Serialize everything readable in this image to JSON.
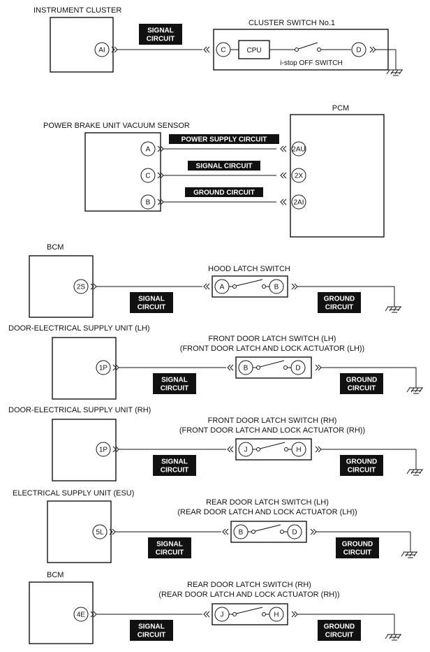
{
  "cluster": {
    "component_label": "INSTRUMENT CLUSTER",
    "pin": "AI",
    "signal_circuit": [
      "SIGNAL",
      "CIRCUIT"
    ],
    "switch_box_label": "CLUSTER SWITCH No.1",
    "pin_c": "C",
    "cpu_label": "CPU",
    "pin_d": "D",
    "switch_name": "i-stop OFF SWITCH"
  },
  "pbu": {
    "sensor_label": "POWER BRAKE UNIT VACUUM SENSOR",
    "pcm_label": "PCM",
    "sensor_pins": [
      "A",
      "C",
      "B"
    ],
    "pcm_pins": [
      "2AU",
      "2X",
      "2AI"
    ],
    "circuits": [
      "POWER SUPPLY CIRCUIT",
      "SIGNAL CIRCUIT",
      "GROUND CIRCUIT"
    ]
  },
  "sections": [
    {
      "module_label": "BCM",
      "title": [
        "HOOD LATCH SWITCH"
      ],
      "module_pin": "2S",
      "switch_pins": [
        "A",
        "B"
      ],
      "signal_circuit": [
        "SIGNAL",
        "CIRCUIT"
      ],
      "ground_circuit": [
        "GROUND",
        "CIRCUIT"
      ]
    },
    {
      "module_label": "DOOR-ELECTRICAL SUPPLY UNIT (LH)",
      "title": [
        "FRONT DOOR LATCH SWITCH (LH)",
        "(FRONT DOOR LATCH AND LOCK ACTUATOR (LH))"
      ],
      "module_pin": "1P",
      "switch_pins": [
        "B",
        "D"
      ],
      "signal_circuit": [
        "SIGNAL",
        "CIRCUIT"
      ],
      "ground_circuit": [
        "GROUND",
        "CIRCUIT"
      ]
    },
    {
      "module_label": "DOOR-ELECTRICAL SUPPLY UNIT (RH)",
      "title": [
        "FRONT DOOR LATCH SWITCH (RH)",
        "(FRONT DOOR LATCH AND LOCK ACTUATOR (RH))"
      ],
      "module_pin": "1P",
      "switch_pins": [
        "J",
        "H"
      ],
      "signal_circuit": [
        "SIGNAL",
        "CIRCUIT"
      ],
      "ground_circuit": [
        "GROUND",
        "CIRCUIT"
      ]
    },
    {
      "module_label": "ELECTRICAL SUPPLY UNIT (ESU)",
      "title": [
        "REAR DOOR LATCH SWITCH (LH)",
        "(REAR DOOR LATCH AND LOCK ACTUATOR (LH))"
      ],
      "module_pin": "5L",
      "switch_pins": [
        "B",
        "D"
      ],
      "signal_circuit": [
        "SIGNAL",
        "CIRCUIT"
      ],
      "ground_circuit": [
        "GROUND",
        "CIRCUIT"
      ]
    },
    {
      "module_label": "BCM",
      "title": [
        "REAR DOOR LATCH SWITCH (RH)",
        "(REAR DOOR LATCH AND LOCK ACTUATOR (RH))"
      ],
      "module_pin": "4E",
      "switch_pins": [
        "J",
        "H"
      ],
      "signal_circuit": [
        "SIGNAL",
        "CIRCUIT"
      ],
      "ground_circuit": [
        "GROUND",
        "CIRCUIT"
      ]
    }
  ]
}
